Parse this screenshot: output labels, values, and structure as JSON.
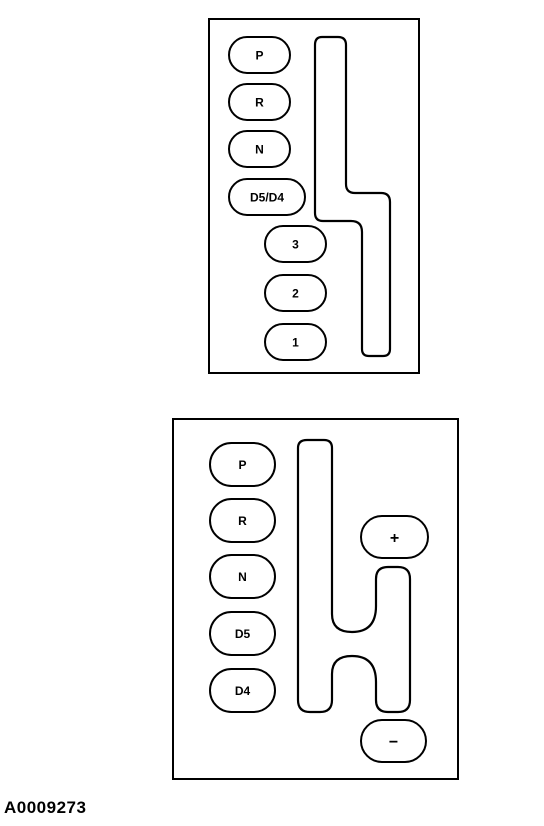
{
  "panel_a": {
    "positions": [
      "P",
      "R",
      "N",
      "D5/D4",
      "3",
      "2",
      "1"
    ]
  },
  "panel_b": {
    "positions": [
      "P",
      "R",
      "N",
      "D5",
      "D4"
    ],
    "plus": "+",
    "minus": "−"
  },
  "figure_id": "A0009273"
}
